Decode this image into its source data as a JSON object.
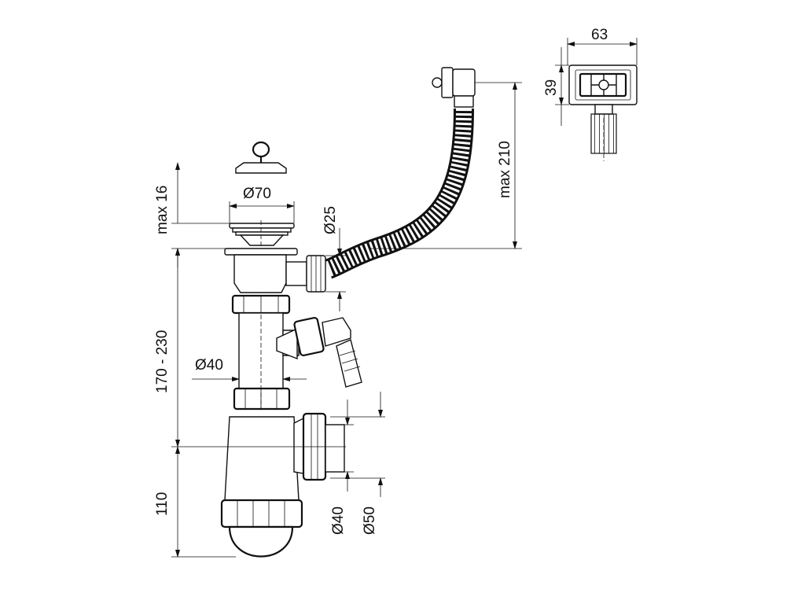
{
  "drawing": {
    "labels": {
      "overflow_width": "63",
      "overflow_height": "39",
      "hose_length": "max 210",
      "hose_diameter": "Ø25",
      "strainer_diameter": "Ø70",
      "plug_height": "max 16",
      "pipe_diameter": "Ø40",
      "trap_adjust_height": "170 - 230",
      "trap_height": "110",
      "outlet_diameter_small": "Ø40",
      "outlet_diameter_large": "Ø50"
    },
    "colors": {
      "line": "#111111",
      "background": "#ffffff"
    }
  }
}
